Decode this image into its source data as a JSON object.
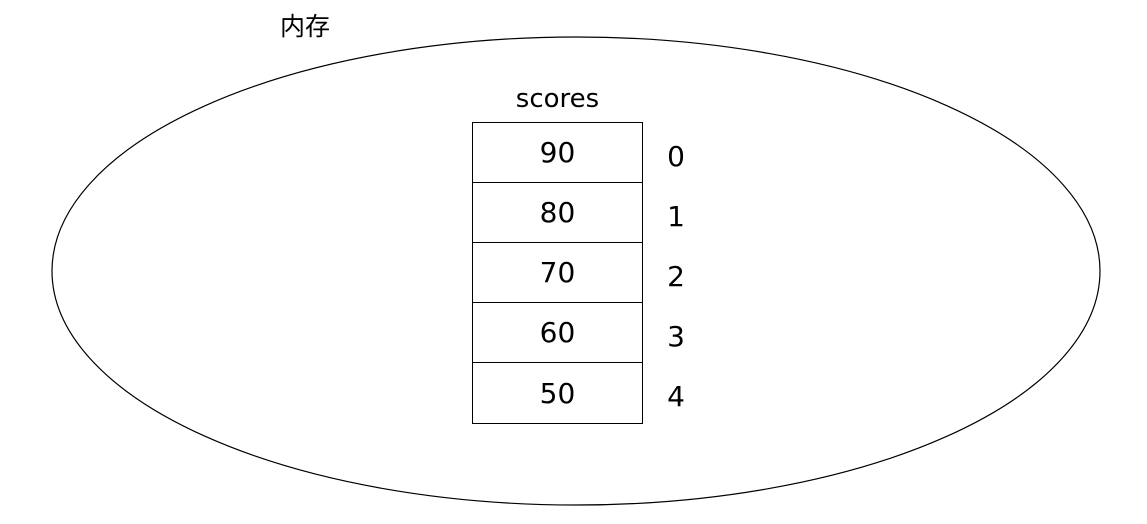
{
  "diagram": {
    "memory_label": "内存",
    "array_label": "scores",
    "stroke_color": "#000000",
    "background_color": "#ffffff",
    "rows": [
      {
        "value": "90",
        "index": "0"
      },
      {
        "value": "80",
        "index": "1"
      },
      {
        "value": "70",
        "index": "2"
      },
      {
        "value": "60",
        "index": "3"
      },
      {
        "value": "50",
        "index": "4"
      }
    ]
  }
}
